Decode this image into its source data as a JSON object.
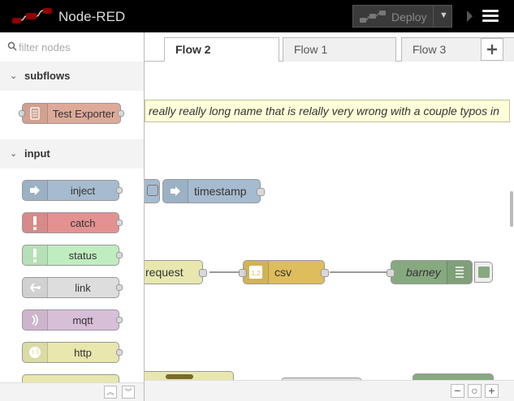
{
  "header": {
    "title": "Node-RED",
    "deploy_label": "Deploy"
  },
  "palette": {
    "search_placeholder": "filter nodes",
    "categories": [
      {
        "label": "subflows",
        "nodes": [
          {
            "label": "Test Exporter",
            "color": "#ddaa99"
          }
        ]
      },
      {
        "label": "input",
        "nodes": [
          {
            "label": "inject",
            "color": "#a6bbcf"
          },
          {
            "label": "catch",
            "color": "#e49191"
          },
          {
            "label": "status",
            "color": "#c0edc0"
          },
          {
            "label": "link",
            "color": "#dddddd"
          },
          {
            "label": "mqtt",
            "color": "#d8bfd8"
          },
          {
            "label": "http",
            "color": "#e7e7ae"
          }
        ]
      }
    ]
  },
  "tabs": [
    {
      "label": "Flow 2",
      "active": true
    },
    {
      "label": "Flow 1",
      "active": false
    },
    {
      "label": "Flow 3",
      "active": false
    }
  ],
  "workspace": {
    "comment": "really really long name that is relally very wrong with a couple typos in",
    "nodes": [
      {
        "label": "timestamp",
        "color": "#a6bbcf"
      },
      {
        "label": "request",
        "color": "#e7e7ae"
      },
      {
        "label": "csv",
        "color": "#debd5c"
      },
      {
        "label": "barney",
        "color": "#87a980"
      }
    ]
  }
}
